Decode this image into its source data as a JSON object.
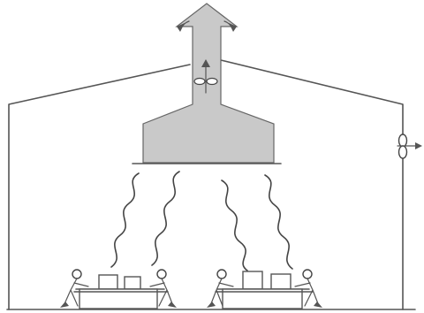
{
  "diagram": {
    "components": [
      "building",
      "exhaust-hood",
      "exhaust-duct",
      "duct-fan",
      "wall-fan",
      "fume-plumes",
      "workstations",
      "workers"
    ]
  },
  "colors": {
    "line": "#555555",
    "hood_fill": "#c9c9c9",
    "background": "#ffffff"
  }
}
